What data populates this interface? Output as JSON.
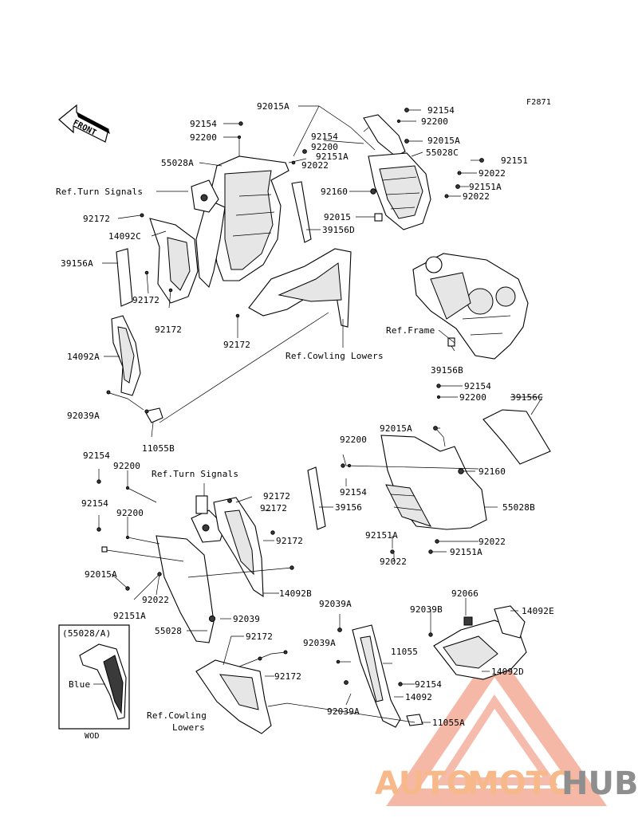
{
  "figure_code": "F2871",
  "front_arrow": "FRONT",
  "inset": {
    "title": "(55028/A)",
    "color_label": "Blue",
    "caption": "WOD"
  },
  "watermark": {
    "auto": "AUTO",
    "moto": "MOTO",
    "hub": "HUB",
    "color_auto": "#f7b98a",
    "color_hub": "#8e8e8e",
    "triangle_color": "#f1a08a"
  },
  "labels": [
    {
      "id": "l1",
      "text": "92015A"
    },
    {
      "id": "l2",
      "text": "92154"
    },
    {
      "id": "l3",
      "text": "92200"
    },
    {
      "id": "l4",
      "text": "92154"
    },
    {
      "id": "l5",
      "text": "92200"
    },
    {
      "id": "l6",
      "text": "92154"
    },
    {
      "id": "l7",
      "text": "92200"
    },
    {
      "id": "l8",
      "text": "92015A"
    },
    {
      "id": "l9",
      "text": "55028A"
    },
    {
      "id": "l10",
      "text": "92151A"
    },
    {
      "id": "l11",
      "text": "55028C"
    },
    {
      "id": "l12",
      "text": "92022"
    },
    {
      "id": "l13",
      "text": "92151"
    },
    {
      "id": "l14",
      "text": "92022"
    },
    {
      "id": "l15",
      "text": "Ref.Turn Signals"
    },
    {
      "id": "l16",
      "text": "92160"
    },
    {
      "id": "l17",
      "text": "92151A"
    },
    {
      "id": "l18",
      "text": "92022"
    },
    {
      "id": "l19",
      "text": "92172"
    },
    {
      "id": "l20",
      "text": "92015"
    },
    {
      "id": "l21",
      "text": "14092C"
    },
    {
      "id": "l22",
      "text": "39156D"
    },
    {
      "id": "l23",
      "text": "39156A"
    },
    {
      "id": "l24",
      "text": "92172"
    },
    {
      "id": "l25",
      "text": "92172"
    },
    {
      "id": "l26",
      "text": "Ref.Frame"
    },
    {
      "id": "l27",
      "text": "92172"
    },
    {
      "id": "l28",
      "text": "Ref.Cowling Lowers"
    },
    {
      "id": "l29",
      "text": "14092A"
    },
    {
      "id": "l30",
      "text": "39156B"
    },
    {
      "id": "l31",
      "text": "92154"
    },
    {
      "id": "l32",
      "text": "92200"
    },
    {
      "id": "l33",
      "text": "39156C"
    },
    {
      "id": "l34",
      "text": "92039A"
    },
    {
      "id": "l35",
      "text": "11055B"
    },
    {
      "id": "l36",
      "text": "92015A"
    },
    {
      "id": "l37",
      "text": "92200"
    },
    {
      "id": "l38",
      "text": "92154"
    },
    {
      "id": "l39",
      "text": "92200"
    },
    {
      "id": "l40",
      "text": "Ref.Turn Signals"
    },
    {
      "id": "l41",
      "text": "92160"
    },
    {
      "id": "l42",
      "text": "92154"
    },
    {
      "id": "l43",
      "text": "92172"
    },
    {
      "id": "l44",
      "text": "92154"
    },
    {
      "id": "l45",
      "text": "92200"
    },
    {
      "id": "l46",
      "text": "92172"
    },
    {
      "id": "l47",
      "text": "39156"
    },
    {
      "id": "l48",
      "text": "55028B"
    },
    {
      "id": "l49",
      "text": "92172"
    },
    {
      "id": "l50",
      "text": "92151A"
    },
    {
      "id": "l51",
      "text": "92022"
    },
    {
      "id": "l52",
      "text": "92015A"
    },
    {
      "id": "l53",
      "text": "92151A"
    },
    {
      "id": "l54",
      "text": "92022"
    },
    {
      "id": "l55",
      "text": "92022"
    },
    {
      "id": "l56",
      "text": "14092B"
    },
    {
      "id": "l57",
      "text": "92151A"
    },
    {
      "id": "l58",
      "text": "92066"
    },
    {
      "id": "l59",
      "text": "92039A"
    },
    {
      "id": "l60",
      "text": "92039B"
    },
    {
      "id": "l61",
      "text": "14092E"
    },
    {
      "id": "l62",
      "text": "92039"
    },
    {
      "id": "l63",
      "text": "55028"
    },
    {
      "id": "l64",
      "text": "92172"
    },
    {
      "id": "l65",
      "text": "92039A"
    },
    {
      "id": "l66",
      "text": "11055"
    },
    {
      "id": "l67",
      "text": "14092D"
    },
    {
      "id": "l68",
      "text": "92172"
    },
    {
      "id": "l69",
      "text": "92154"
    },
    {
      "id": "l70",
      "text": "14092"
    },
    {
      "id": "l71",
      "text": "Ref.Cowling"
    },
    {
      "id": "l72",
      "text": "Lowers"
    },
    {
      "id": "l73",
      "text": "92039A"
    },
    {
      "id": "l74",
      "text": "11055A"
    }
  ]
}
